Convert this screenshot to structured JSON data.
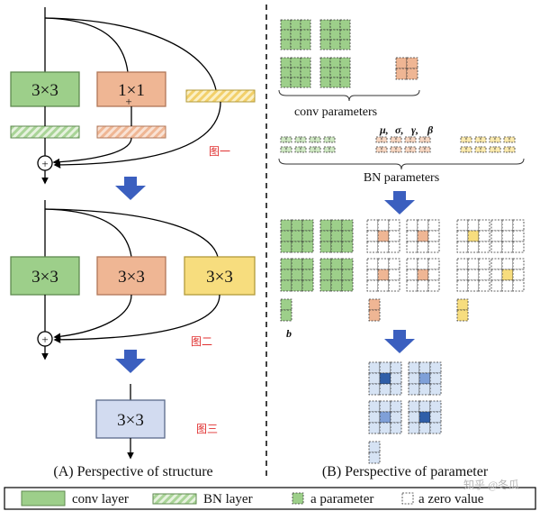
{
  "colors": {
    "conv": "#9dcf8a",
    "conv_stroke": "#5e8a4f",
    "orange": "#efb694",
    "orange_stroke": "#b07758",
    "yellow": "#f7dd7e",
    "yellow_stroke": "#b29a3a",
    "blue": "#b9cce8",
    "blue_light": "#d6e3f4",
    "blue_dark": "#2f5ea8",
    "blue_mid": "#7fa0d8",
    "arrow": "#3b5fbf",
    "annotation": "#e03030"
  },
  "structure": {
    "stage1": {
      "green_label": "3×3",
      "orange_label": "1×1",
      "annotation": "图一"
    },
    "stage2": {
      "green_label": "3×3",
      "orange_label": "3×3",
      "yellow_label": "3×3",
      "annotation": "图二"
    },
    "stage3": {
      "label": "3×3",
      "annotation": "图三"
    },
    "add_symbol": "+",
    "caption": "(A) Perspective of structure"
  },
  "parameters": {
    "conv_label": "conv parameters",
    "bn_label": "BN parameters",
    "bn_symbols": [
      "μ,",
      "σ,",
      "γ,",
      "β"
    ],
    "bias_label": "b",
    "caption": "(B) Perspective of parameter"
  },
  "legend": {
    "conv": "conv layer",
    "bn": "BN layer",
    "param": "a parameter",
    "zero": "a zero value"
  },
  "watermark": "知乎 @冬瓜"
}
